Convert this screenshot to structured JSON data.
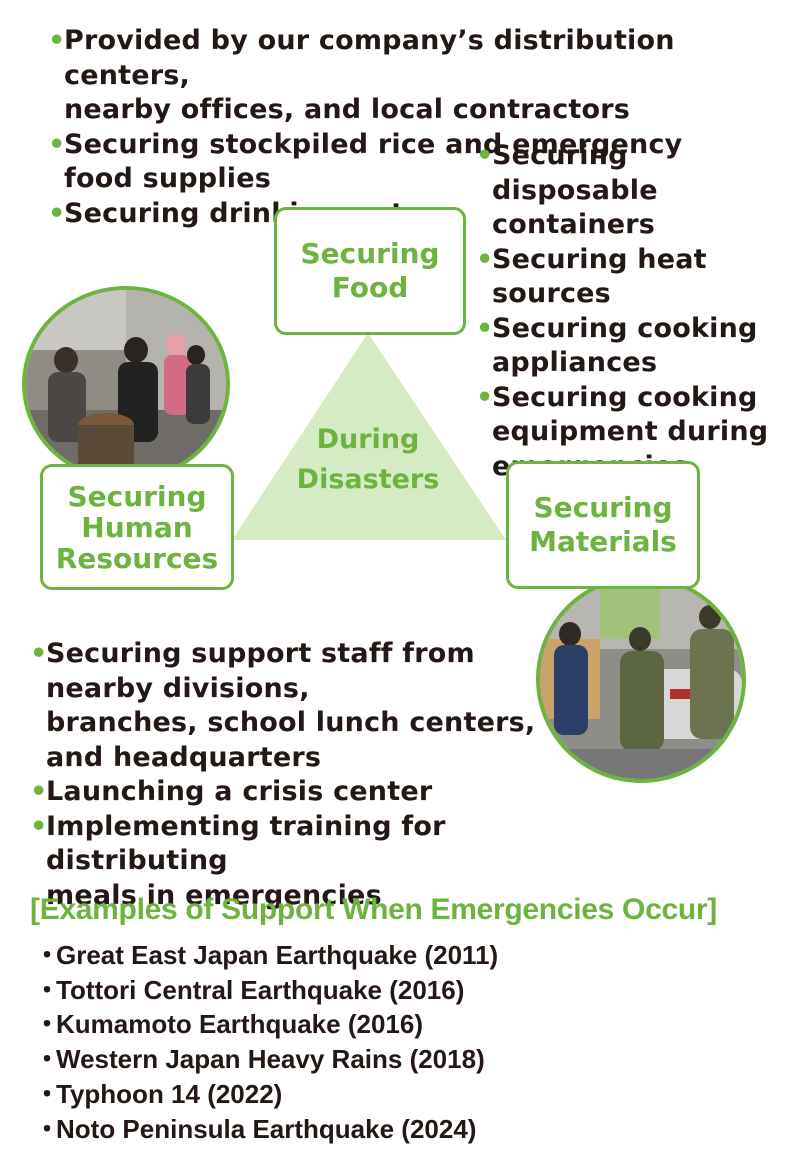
{
  "top_list": [
    "Provided by our company’s distribution centers,\nnearby offices, and local contractors",
    "Securing stockpiled rice and emergency\nfood supplies",
    "Securing drinking water"
  ],
  "right_list": [
    "Securing disposable\ncontainers",
    "Securing heat\nsources",
    "Securing cooking\nappliances",
    "Securing cooking\nequipment during\nemergencies"
  ],
  "nodes": {
    "food": "Securing\nFood",
    "human": "Securing\nHuman\nResources",
    "materials": "Securing\nMaterials",
    "center": "During\nDisasters"
  },
  "bottom_list": [
    "Securing support staff from\nnearby divisions,\nbranches, school lunch centers,\nand headquarters",
    "Launching a crisis center",
    "Implementing training for distributing\nmeals in emergencies"
  ],
  "examples_title": "[Examples of Support When Emergencies Occur]",
  "examples": [
    "Great East Japan Earthquake (2011)",
    "Tottori Central Earthquake (2016)",
    "Kumamoto Earthquake (2016)",
    "Western Japan Heavy Rains (2018)",
    "Typhoon 14 (2022)",
    "Noto Peninsula Earthquake (2024)"
  ],
  "bullet_glyph": "•",
  "example_glyph": "・",
  "colors": {
    "accent": "#6db33f",
    "triangle": "#d5ebc4",
    "text": "#231815"
  }
}
